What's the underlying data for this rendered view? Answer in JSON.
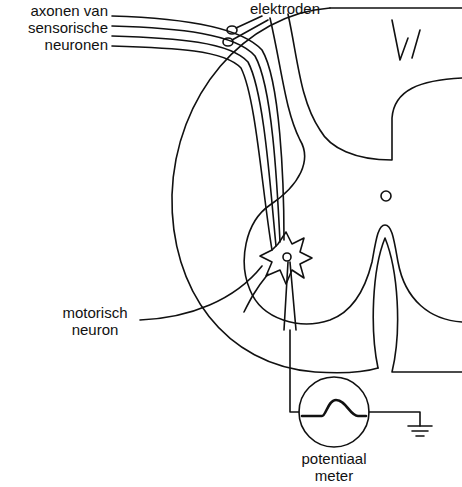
{
  "diagram": {
    "labels": [
      "axonen van sensorische neuronen",
      "elektroden",
      "motorisch neuron",
      "potentiaal meter"
    ]
  }
}
